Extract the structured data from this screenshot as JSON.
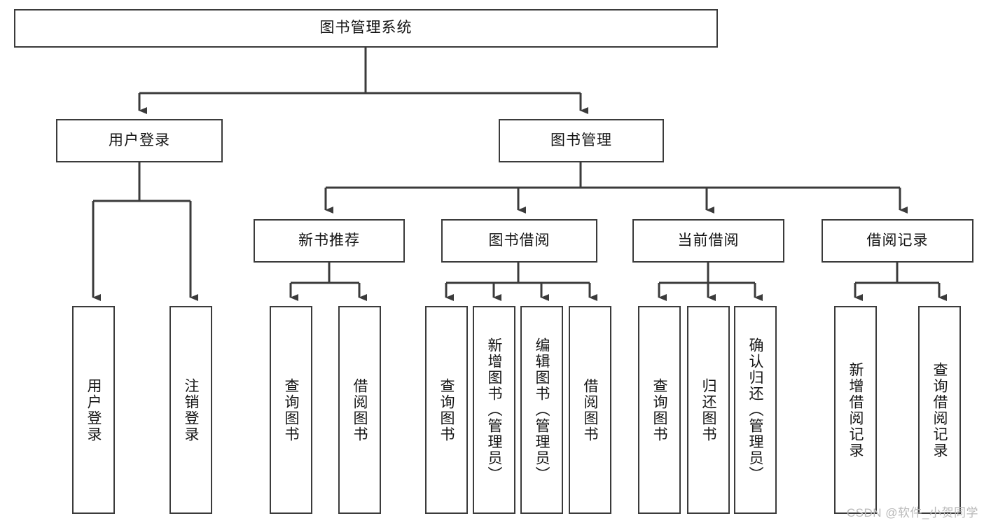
{
  "diagram": {
    "type": "tree-hierarchy",
    "title": "图书管理系统",
    "root": {
      "label": "图书管理系统"
    },
    "level2": [
      {
        "label": "用户登录"
      },
      {
        "label": "图书管理"
      }
    ],
    "level3": [
      {
        "label": "新书推荐"
      },
      {
        "label": "图书借阅"
      },
      {
        "label": "当前借阅"
      },
      {
        "label": "借阅记录"
      }
    ],
    "leaves": {
      "user_login": [
        {
          "label": "用户登录"
        },
        {
          "label": "注销登录"
        }
      ],
      "new_book_recommend": [
        {
          "label": "查询图书"
        },
        {
          "label": "借阅图书"
        }
      ],
      "book_borrow": [
        {
          "label": "查询图书"
        },
        {
          "label": "新增图书（管理员）"
        },
        {
          "label": "编辑图书（管理员）"
        },
        {
          "label": "借阅图书"
        }
      ],
      "current_borrow": [
        {
          "label": "查询图书"
        },
        {
          "label": "归还图书"
        },
        {
          "label": "确认归还（管理员）"
        }
      ],
      "borrow_record": [
        {
          "label": "新增借阅记录"
        },
        {
          "label": "查询借阅记录"
        }
      ]
    }
  },
  "watermark": {
    "text": "CSDN @软件_小贺同学"
  },
  "colors": {
    "stroke": "#3b3b3b",
    "text": "#141414",
    "background": "#ffffff",
    "watermark": "#b9b9b9"
  }
}
